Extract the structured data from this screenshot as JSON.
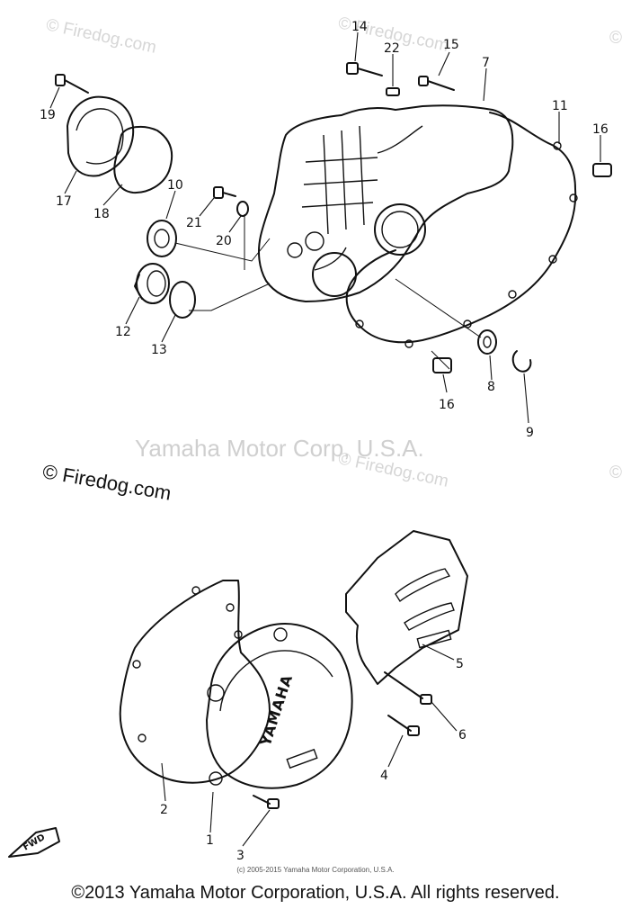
{
  "watermarks": {
    "top_left": "© Firedog.com",
    "top_middle": "© Firedog.com",
    "top_right": "©",
    "center_tag": "Yamaha Motor Corp, U.S.A.",
    "middle_right": "© Firedog.com",
    "middle_far_right": "©",
    "dark_left": "© Firedog.com"
  },
  "diagram": {
    "part_labels": [
      {
        "id": "p14",
        "text": "14"
      },
      {
        "id": "p22",
        "text": "22"
      },
      {
        "id": "p15",
        "text": "15"
      },
      {
        "id": "p7",
        "text": "7"
      },
      {
        "id": "p11",
        "text": "11"
      },
      {
        "id": "p16a",
        "text": "16"
      },
      {
        "id": "p19",
        "text": "19"
      },
      {
        "id": "p17",
        "text": "17"
      },
      {
        "id": "p18",
        "text": "18"
      },
      {
        "id": "p10",
        "text": "10"
      },
      {
        "id": "p21",
        "text": "21"
      },
      {
        "id": "p20",
        "text": "20"
      },
      {
        "id": "p12",
        "text": "12"
      },
      {
        "id": "p13",
        "text": "13"
      },
      {
        "id": "p16b",
        "text": "16"
      },
      {
        "id": "p8",
        "text": "8"
      },
      {
        "id": "p9",
        "text": "9"
      },
      {
        "id": "p5",
        "text": "5"
      },
      {
        "id": "p6",
        "text": "6"
      },
      {
        "id": "p4",
        "text": "4"
      },
      {
        "id": "p2",
        "text": "2"
      },
      {
        "id": "p1",
        "text": "1"
      },
      {
        "id": "p3",
        "text": "3"
      }
    ],
    "brand_on_cover": "YAMAHA",
    "fwd_tag": "FWD"
  },
  "footer": {
    "small_copyright": "(c) 2005-2015 Yamaha Motor Corporation, U.S.A.",
    "copyright": "©2013 Yamaha Motor Corporation, U.S.A. All rights reserved."
  }
}
